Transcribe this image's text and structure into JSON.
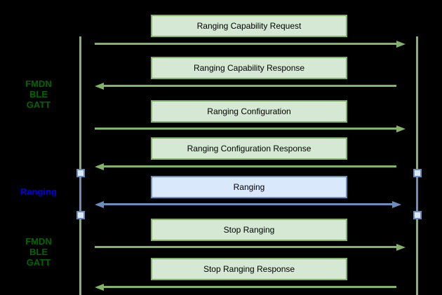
{
  "diagram": {
    "type": "sequence-diagram",
    "background": "#000000",
    "side_labels": [
      {
        "id": "fmdn-ble-gatt-top",
        "lines": [
          "FMDN",
          "BLE",
          "GATT"
        ],
        "color": "#006600"
      },
      {
        "id": "ranging",
        "lines": [
          "Ranging"
        ],
        "color": "#0000ee"
      },
      {
        "id": "fmdn-ble-gatt-bottom",
        "lines": [
          "FMDN",
          "BLE",
          "GATT"
        ],
        "color": "#006600"
      }
    ],
    "messages": [
      {
        "label": "Ranging Capability Request",
        "direction": "right",
        "scheme": "green"
      },
      {
        "label": "Ranging Capability Response",
        "direction": "left",
        "scheme": "green"
      },
      {
        "label": "Ranging Configuration",
        "direction": "right",
        "scheme": "green"
      },
      {
        "label": "Ranging Configuration Response",
        "direction": "left",
        "scheme": "green"
      },
      {
        "label": "Ranging",
        "direction": "both",
        "scheme": "blue"
      },
      {
        "label": "Stop Ranging",
        "direction": "right",
        "scheme": "green"
      },
      {
        "label": "Stop Ranging Response",
        "direction": "left",
        "scheme": "green"
      }
    ],
    "colors": {
      "green_fill": "#d5e8d4",
      "green_stroke": "#82b366",
      "green_label_text": "#006600",
      "blue_fill": "#dae8fc",
      "blue_stroke": "#6c8ebf",
      "blue_label_text": "#0000ee",
      "box_text": "#000000",
      "background": "#000000"
    }
  }
}
